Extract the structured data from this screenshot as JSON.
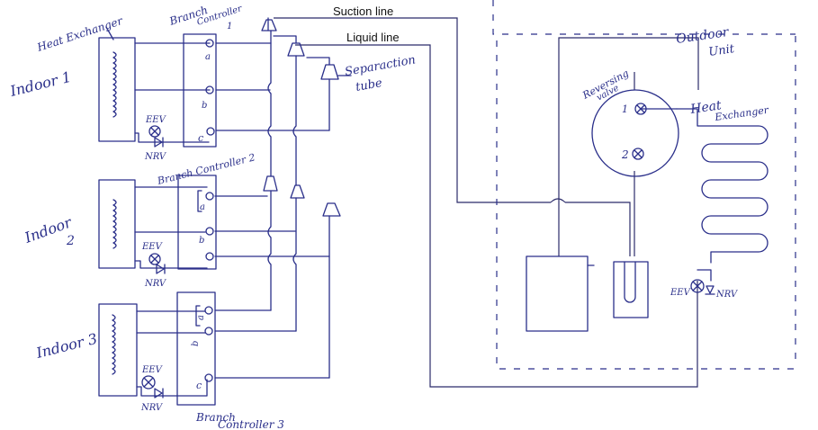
{
  "labels": {
    "suction_line": "Suction line",
    "liquid_line": "Liquid line",
    "separation_tube": "Separaction",
    "separation_tube_2": "tube",
    "outdoor_unit": "Outdoor",
    "outdoor_unit_2": "Unit",
    "heat_exchanger_indoor": "Heat Exchanger",
    "heat_exchanger_outdoor": "Heat",
    "heat_exchanger_outdoor_2": "Exchanger",
    "reversing_valve": "Reversing",
    "reversing_valve_2": "valve",
    "rv_port_1": "1",
    "rv_port_2": "2",
    "indoor1": "Indoor 1",
    "indoor2": "Indoor",
    "indoor2_num": "2",
    "indoor3": "Indoor 3",
    "branch1": "Branch",
    "branch1_2": "Controller",
    "branch1_num": "1",
    "branch2": "Branch Controller 2",
    "branch3": "Branch",
    "branch3_2": "Controller 3",
    "eev": "EEV",
    "nrv": "NRV",
    "port_a": "a",
    "port_b": "b",
    "port_c": "c"
  }
}
